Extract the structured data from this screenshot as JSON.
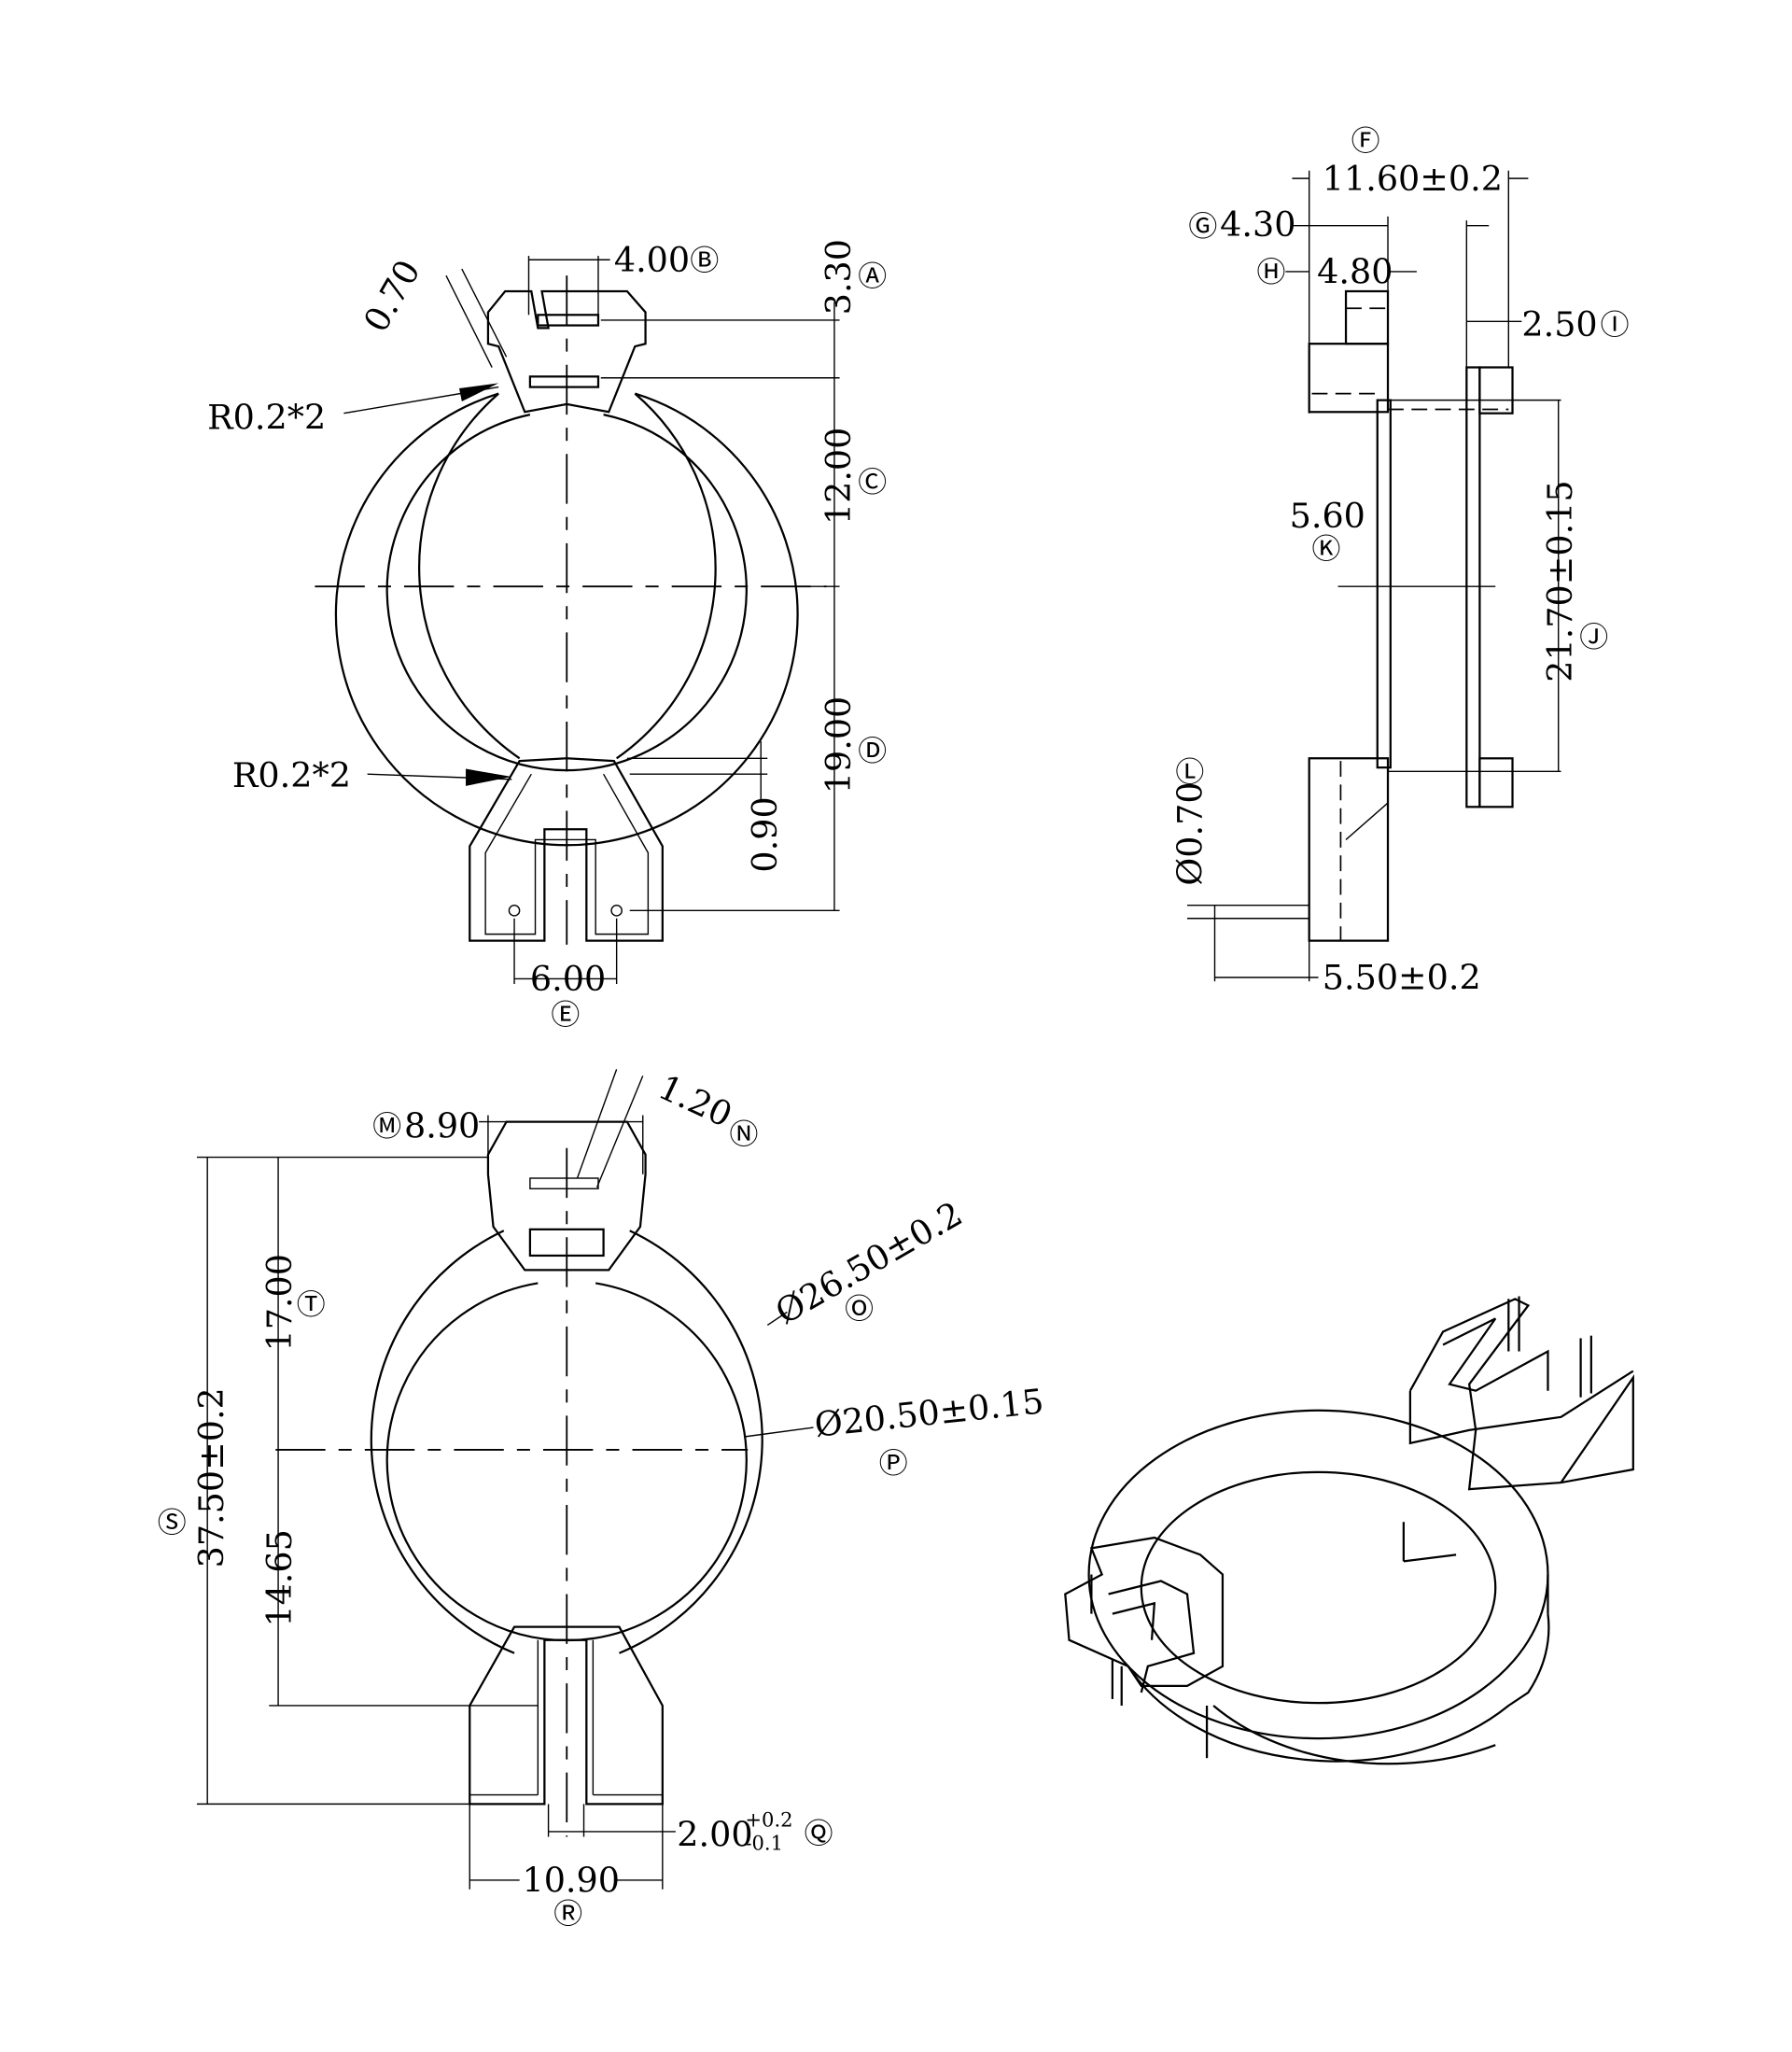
{
  "view_front_top": {
    "width_4": "4.00",
    "label_b": "Ⓑ",
    "dim_3_30": "3.30",
    "label_a": "Ⓐ",
    "dim_12": "12.00",
    "label_c": "Ⓒ",
    "dim_19": "19.00",
    "label_d": "Ⓓ",
    "dim_0_90": "0.90",
    "dim_6": "6.00",
    "label_e": "Ⓔ",
    "dim_0_70": "0.70",
    "radius_top": "R0.2*2",
    "radius_bottom": "R0.2*2"
  },
  "view_side": {
    "label_f": "Ⓕ",
    "dim_11_60": "11.60±0.2",
    "label_g": "Ⓖ",
    "dim_4_30": "4.30",
    "label_h": "Ⓗ",
    "dim_4_80": "4.80",
    "dim_2_50": "2.50",
    "label_i": "Ⓘ",
    "dim_5_60": "5.60",
    "label_k": "Ⓚ",
    "dim_21_70": "21.70±0.15",
    "label_j": "Ⓙ",
    "label_l": "Ⓛ",
    "dim_pin": "Ø0.70",
    "dim_5_50": "5.50±0.2"
  },
  "view_front_bottom": {
    "label_m": "Ⓜ",
    "dim_8_90": "8.90",
    "dim_1_20": "1.20",
    "label_n": "Ⓝ",
    "dim_outer": "Ø26.50±0.2",
    "label_o": "Ⓞ",
    "dim_inner": "Ø20.50±0.15",
    "label_p": "Ⓟ",
    "dim_17": "17.00",
    "label_t": "Ⓣ",
    "dim_37_50": "37.50±0.2",
    "label_s": "Ⓢ",
    "dim_14_65": "14.65",
    "dim_2_00": "2.00",
    "tol_plus": "+0.2",
    "tol_minus": "-0.1",
    "label_q": "Ⓠ",
    "dim_10_90": "10.90",
    "label_r": "Ⓡ"
  }
}
